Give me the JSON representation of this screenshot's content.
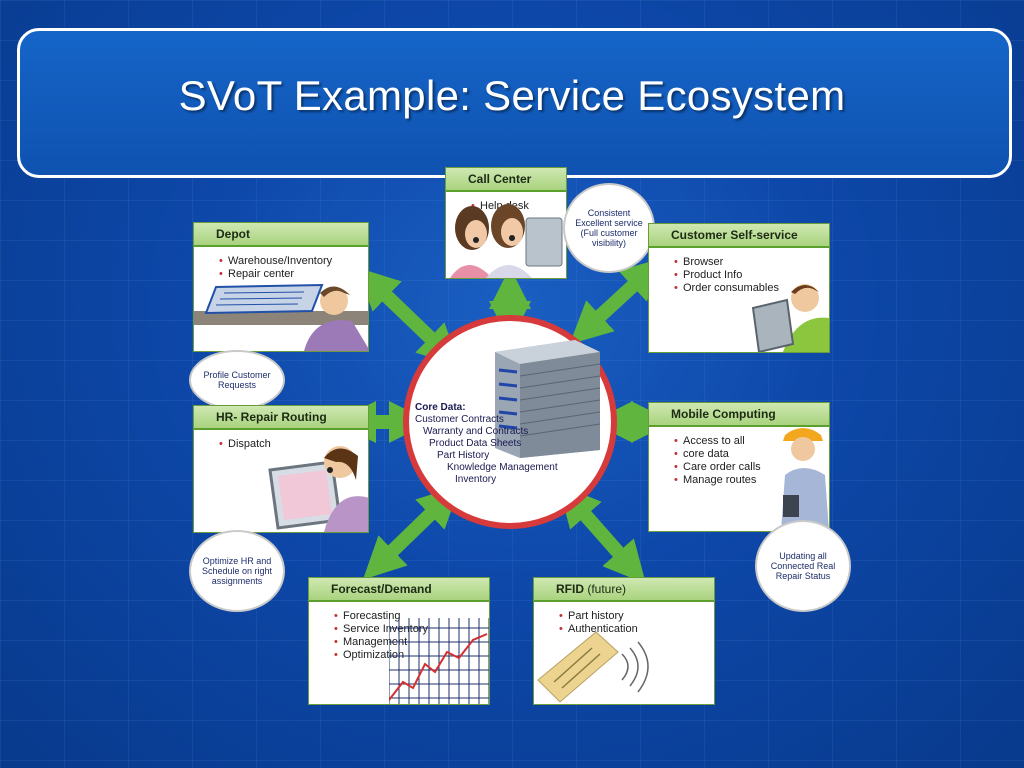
{
  "slide": {
    "title": "SVoT Example: Service Ecosystem"
  },
  "hub": {
    "heading": "Core Data:",
    "lines": [
      "Customer Contracts",
      "Warranty and Contracts",
      "Product Data Sheets",
      "Part History",
      "Knowledge Management",
      "Inventory"
    ]
  },
  "cards": {
    "call_center": {
      "title": "Call Center",
      "items": [
        "Help desk"
      ]
    },
    "depot": {
      "title": "Depot",
      "items": [
        "Warehouse/Inventory",
        "Repair center"
      ]
    },
    "self_service": {
      "title": "Customer Self-service",
      "items": [
        "Browser",
        "Product Info",
        "Order consumables"
      ]
    },
    "hr_routing": {
      "title": "HR- Repair Routing",
      "items": [
        "Dispatch"
      ]
    },
    "mobile": {
      "title": "Mobile Computing",
      "items": [
        "Access to all",
        "core data",
        "Care order calls",
        "Manage routes"
      ]
    },
    "forecast": {
      "title": "Forecast/Demand",
      "items": [
        "Forecasting",
        "Service Inventory",
        "Management",
        "Optimization"
      ]
    },
    "rfid": {
      "title": "RFID",
      "title_suffix": "(future)",
      "items": [
        "Part history",
        "Authentication"
      ]
    }
  },
  "bubbles": {
    "call_center": "Consistent Excellent service (Full customer visibility)",
    "depot": "Profile Customer Requests",
    "hr": "Optimize HR and Schedule on right assignments",
    "mobile": "Updating all Connected Real Repair Status"
  },
  "colors": {
    "background": "#0d47a8",
    "arrow": "#5fb53d",
    "hub_ring": "#d63a3a",
    "card_header": "#a9d37e"
  }
}
